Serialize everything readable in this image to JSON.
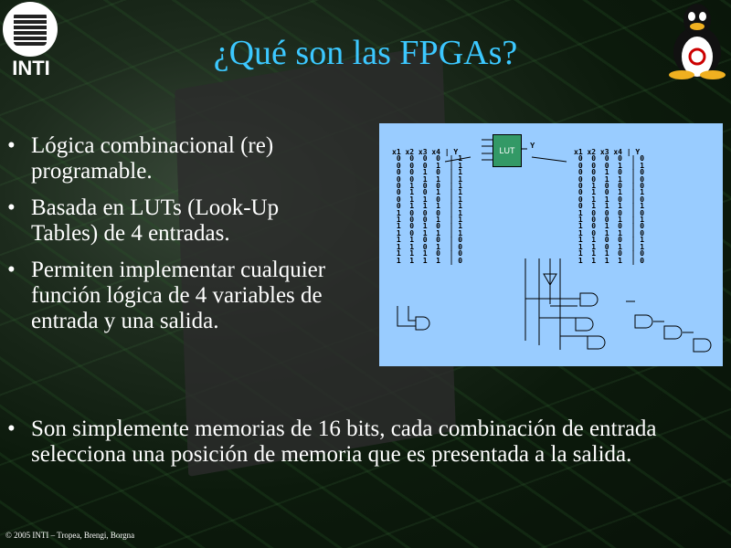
{
  "title": "¿Qué son las FPGAs?",
  "logo_text": "INTI",
  "bullets": [
    "Lógica combinacional (re) programable.",
    "Basada en LUTs (Look-Up Tables) de 4 entradas.",
    "Permiten implementar cualquier función lógica de 4 variables de entrada y una salida.",
    "Son simplemente memorias de 16 bits, cada combinación de entrada selecciona una posición de memoria que es presentada a la salida."
  ],
  "diagram": {
    "lut_label": "LUT",
    "inputs": [
      "x1",
      "x2",
      "x3",
      "x4"
    ],
    "output": "Y",
    "header": "x1 x2 x3 x4 | Y",
    "left_y": [
      1,
      1,
      1,
      1,
      1,
      1,
      1,
      1,
      1,
      1,
      1,
      1,
      0,
      0,
      0,
      0
    ],
    "right_y": [
      0,
      1,
      0,
      0,
      0,
      1,
      0,
      1,
      0,
      1,
      0,
      0,
      1,
      1,
      0,
      0
    ],
    "lut_color": "#339966"
  },
  "footer": "© 2005 INTI – Tropea, Brengi, Borgna"
}
